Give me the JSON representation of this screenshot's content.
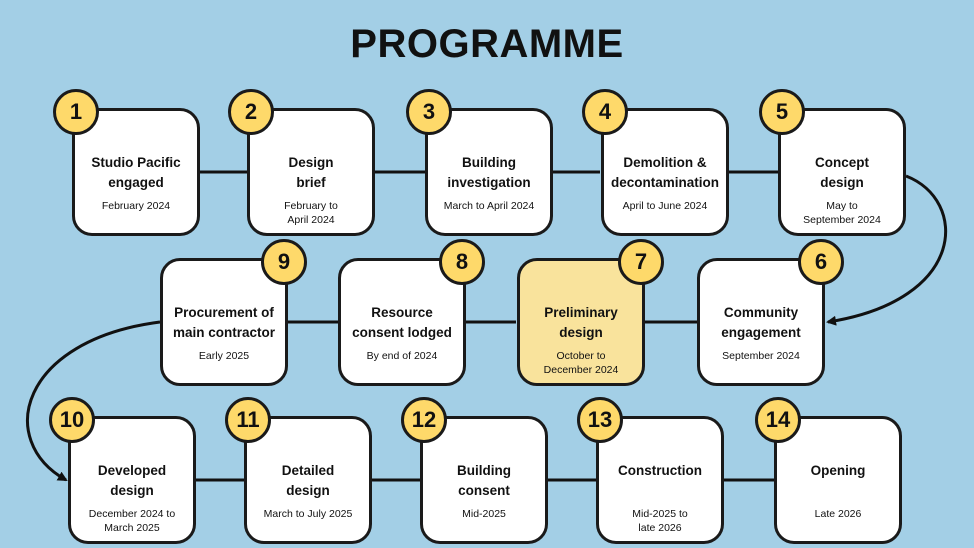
{
  "title": "PROGRAMME",
  "colors": {
    "background": "#a3cfe6",
    "card": "#ffffff",
    "highlight": "#f9e39c",
    "badge": "#fed96a"
  },
  "steps": [
    {
      "number": "1",
      "label": "Studio Pacific\nengaged",
      "date": "February 2024"
    },
    {
      "number": "2",
      "label": "Design\nbrief",
      "date": "February to\nApril 2024"
    },
    {
      "number": "3",
      "label": "Building\ninvestigation",
      "date": "March to April 2024"
    },
    {
      "number": "4",
      "label": "Demolition &\ndecontamination",
      "date": "April to June 2024"
    },
    {
      "number": "5",
      "label": "Concept\ndesign",
      "date": "May to\nSeptember 2024"
    },
    {
      "number": "6",
      "label": "Community\nengagement",
      "date": "September 2024"
    },
    {
      "number": "7",
      "label": "Preliminary\ndesign",
      "date": "October to\nDecember 2024",
      "highlighted": true
    },
    {
      "number": "8",
      "label": "Resource\nconsent lodged",
      "date": "By end of 2024"
    },
    {
      "number": "9",
      "label": "Procurement of\nmain contractor",
      "date": "Early 2025"
    },
    {
      "number": "10",
      "label": "Developed\ndesign",
      "date": "December 2024 to\nMarch 2025"
    },
    {
      "number": "11",
      "label": "Detailed\ndesign",
      "date": "March to July 2025"
    },
    {
      "number": "12",
      "label": "Building\nconsent",
      "date": "Mid-2025"
    },
    {
      "number": "13",
      "label": "Construction",
      "date": "Mid-2025 to\nlate 2026"
    },
    {
      "number": "14",
      "label": "Opening",
      "date": "Late 2026"
    }
  ]
}
